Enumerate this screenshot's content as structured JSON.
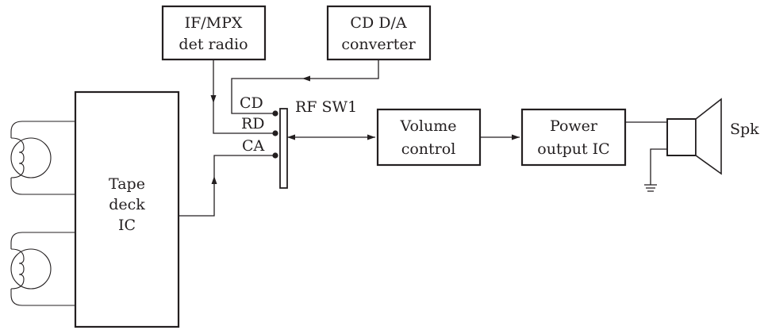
{
  "blocks": {
    "ifmpx": {
      "line1": "IF/MPX",
      "line2": "det radio"
    },
    "cd_da": {
      "line1": "CD D/A",
      "line2": "converter"
    },
    "tape": {
      "line1": "Tape",
      "line2": "deck",
      "line3": "IC"
    },
    "volume": {
      "line1": "Volume",
      "line2": "control"
    },
    "power": {
      "line1": "Power",
      "line2": "output IC"
    }
  },
  "switch": {
    "name": "RF SW1",
    "inputs": [
      "CD",
      "RD",
      "CA"
    ]
  },
  "speaker": {
    "label": "Spk"
  },
  "colors": {
    "ink": "#231f20",
    "background": "#ffffff"
  }
}
